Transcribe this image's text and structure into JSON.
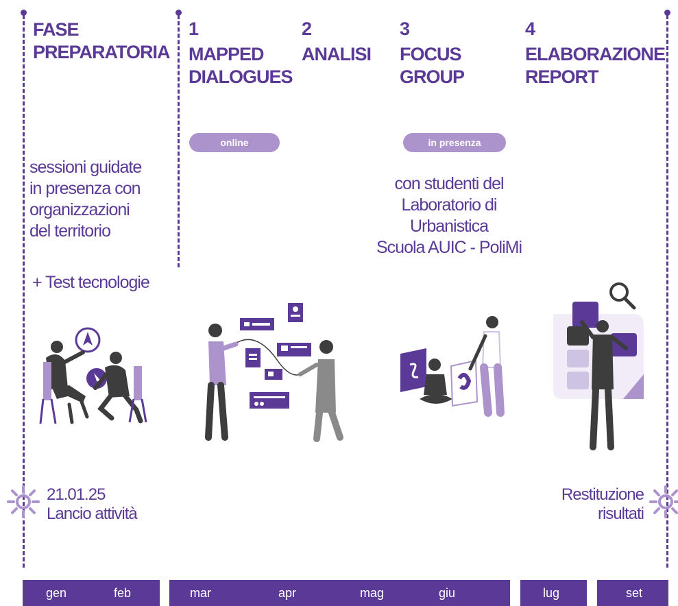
{
  "phases": [
    {
      "number": "",
      "title_line1": "FASE",
      "title_line2": "PREPARATORIA"
    },
    {
      "number": "1",
      "title_line1": "MAPPED",
      "title_line2": "DIALOGUES"
    },
    {
      "number": "2",
      "title_line1": "ANALISI",
      "title_line2": ""
    },
    {
      "number": "3",
      "title_line1": "FOCUS",
      "title_line2": "GROUP"
    },
    {
      "number": "4",
      "title_line1": "ELABORAZIONE",
      "title_line2": "REPORT"
    }
  ],
  "pills": {
    "online": "online",
    "in_presenza": "in presenza"
  },
  "prep_text": {
    "line1": "sessioni guidate",
    "line2": "in presenza con",
    "line3": "organizzazioni",
    "line4": "del territorio",
    "extra": "+ Test tecnologie"
  },
  "focus_text": {
    "line1": "con studenti del",
    "line2": "Laboratorio di",
    "line3": "Urbanistica",
    "line4": "Scuola AUIC - PoliMi"
  },
  "launch": {
    "date": "21.01.25",
    "label": "Lancio attività"
  },
  "results": {
    "line1": "Restituzione",
    "line2": "risultati"
  },
  "months": [
    "gen",
    "feb",
    "mar",
    "apr",
    "mag",
    "giu",
    "lug",
    "set"
  ],
  "colors": {
    "primary": "#5b3a97",
    "light": "#ad93cc",
    "gray": "#3d3d3d"
  },
  "icons": [
    "sun-icon",
    "magnifier-icon",
    "compass-icon"
  ]
}
